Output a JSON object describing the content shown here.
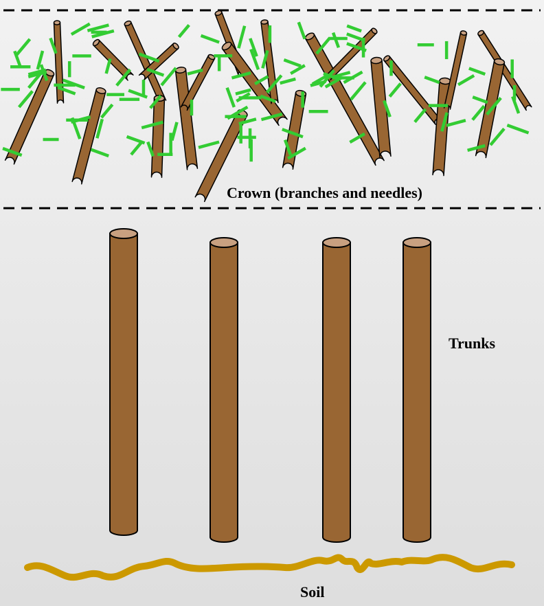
{
  "labels": {
    "crown": "Crown (branches and needles)",
    "trunks": "Trunks",
    "soil": "Soil"
  },
  "colors": {
    "bark": "#996633",
    "bark_end": "#c8a080",
    "needle": "#33cc33",
    "soil": "#cc9900",
    "divider": "#000000",
    "outline": "#000000"
  }
}
